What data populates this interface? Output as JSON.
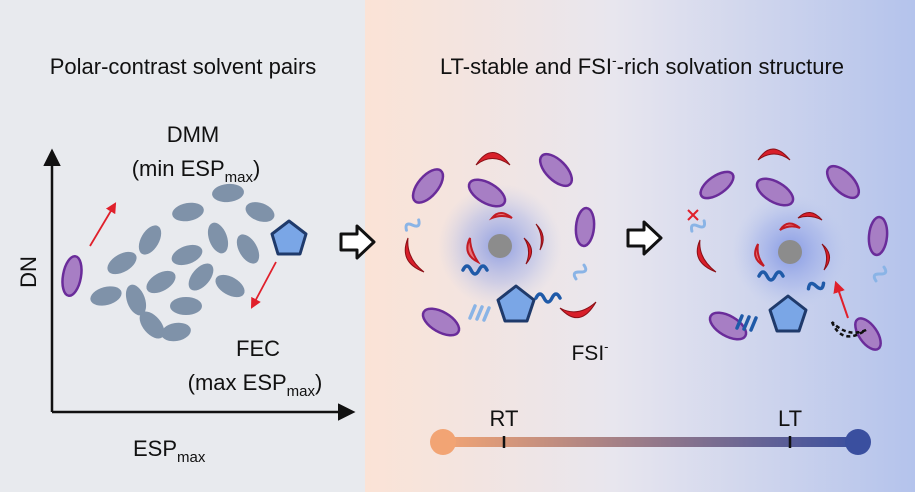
{
  "left_panel": {
    "title": "Polar-contrast solvent pairs",
    "y_axis_label": "DN",
    "x_axis_label_main": "ESP",
    "x_axis_label_sub": "max",
    "dmm_label": "DMM",
    "dmm_sub_pre": "(min ESP",
    "dmm_sub_sub": "max",
    "dmm_sub_post": ")",
    "fec_label": "FEC",
    "fec_sub_pre": "(max ESP",
    "fec_sub_sub": "max",
    "fec_sub_post": ")"
  },
  "right_panel": {
    "title_pre": "LT-stable and FSI",
    "title_sup": "-",
    "title_post": "-rich solvation structure",
    "anion_label": "FSI",
    "anion_sup": "-",
    "temp_left": "RT",
    "temp_right": "LT"
  },
  "colors": {
    "dmm_purple": "#a77ec4",
    "dmm_stroke": "#6a2c9a",
    "fec_blue": "#7aa6e6",
    "fec_stroke": "#1f3a6b",
    "gray_ellipse": "#7f92a9",
    "red_crescent": "#d81f2a",
    "ion_gray": "#8c8c8c",
    "bar_warm": "#f2a474",
    "bar_cool": "#3a4f9f",
    "arrow_red": "#e0202b"
  }
}
